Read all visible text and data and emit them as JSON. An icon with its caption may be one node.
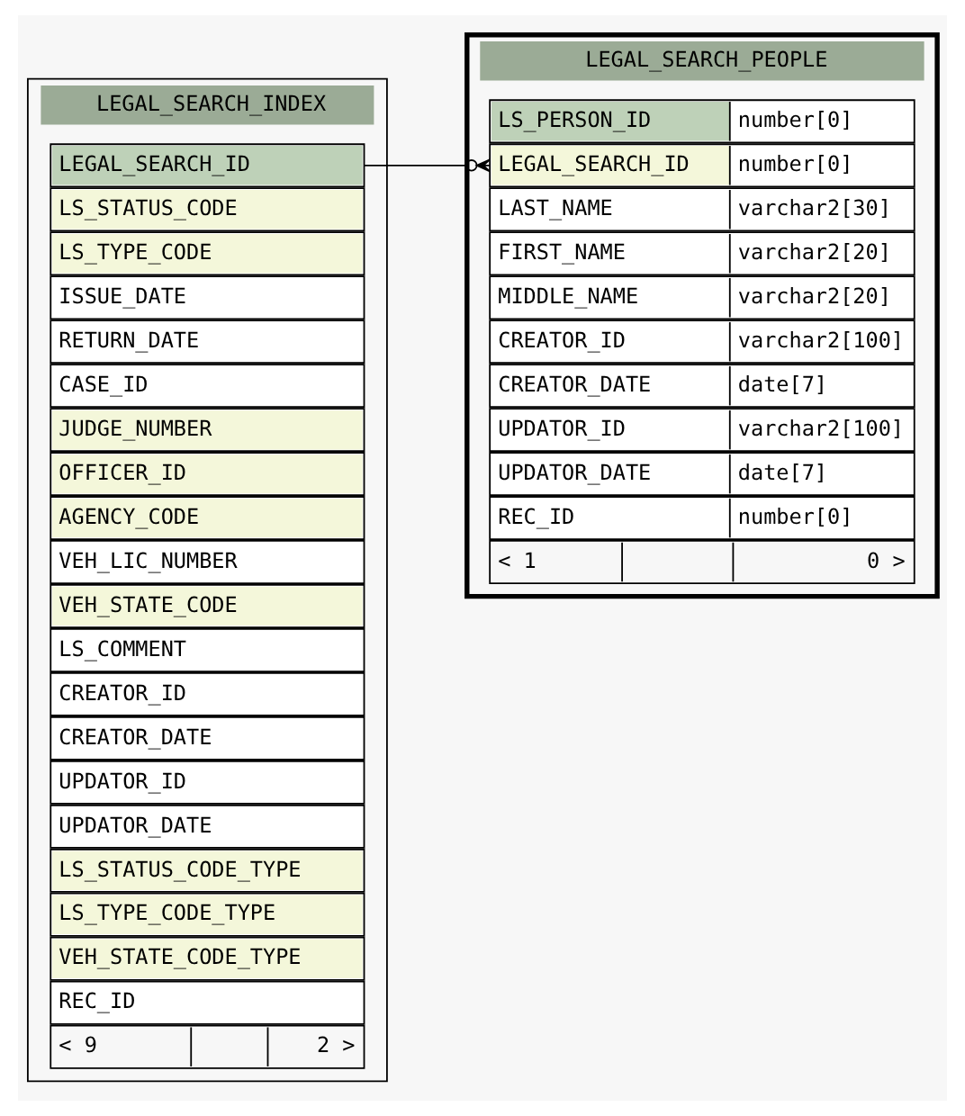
{
  "diagram": {
    "nodes": [
      {
        "text": [
          "LEGAL_SEARCH_INDEX"
        ]
      },
      {
        "text": [
          "LEGAL_SEARCH_ID"
        ],
        "in": 0
      },
      {
        "text": [
          "LS_STATUS_CODE"
        ],
        "in": 0
      },
      {
        "text": [
          "LS_TYPE_CODE"
        ],
        "in": 0
      },
      {
        "text": [
          "ISSUE_DATE"
        ],
        "in": 0
      },
      {
        "text": [
          "RETURN_DATE"
        ],
        "in": 0
      },
      {
        "text": [
          "CASE_ID"
        ],
        "in": 0
      },
      {
        "text": [
          "JUDGE_NUMBER"
        ],
        "in": 0
      },
      {
        "text": [
          "OFFICER_ID"
        ],
        "in": 0
      },
      {
        "text": [
          "AGENCY_CODE"
        ],
        "in": 0
      },
      {
        "text": [
          "VEH_LIC_NUMBER"
        ],
        "in": 0
      },
      {
        "text": [
          "VEH_STATE_CODE"
        ],
        "in": 0
      },
      {
        "text": [
          "LS_COMMENT"
        ],
        "in": 0
      },
      {
        "text": [
          "CREATOR_ID"
        ],
        "in": 0
      },
      {
        "text": [
          "CREATOR_DATE"
        ],
        "in": 0
      },
      {
        "text": [
          "UPDATOR_ID"
        ],
        "in": 0
      },
      {
        "text": [
          "UPDATOR_DATE"
        ],
        "in": 0
      },
      {
        "text": [
          "LS_STATUS_CODE_TYPE"
        ],
        "in": 0
      },
      {
        "text": [
          "LS_TYPE_CODE_TYPE"
        ],
        "in": 0
      },
      {
        "text": [
          "VEH_STATE_CODE_TYPE"
        ],
        "in": 0
      },
      {
        "text": [
          "REC_ID"
        ],
        "in": 0
      },
      {
        "text": [
          "< 9",
          "2 >"
        ],
        "in": 0
      },
      {
        "text": [
          "LEGAL_SEARCH_PEOPLE"
        ]
      },
      {
        "text": [
          "LS_PERSON_ID",
          "number[0]"
        ],
        "in": 22
      },
      {
        "text": [
          "LEGAL_SEARCH_ID",
          "number[0]"
        ],
        "in": 22
      },
      {
        "text": [
          "LAST_NAME",
          "varchar2[30]"
        ],
        "in": 22
      },
      {
        "text": [
          "FIRST_NAME",
          "varchar2[20]"
        ],
        "in": 22
      },
      {
        "text": [
          "MIDDLE_NAME",
          "varchar2[20]"
        ],
        "in": 22
      },
      {
        "text": [
          "CREATOR_ID",
          "varchar2[100]"
        ],
        "in": 22
      },
      {
        "text": [
          "CREATOR_DATE",
          "date[7]"
        ],
        "in": 22
      },
      {
        "text": [
          "UPDATOR_ID",
          "varchar2[100]"
        ],
        "in": 22
      },
      {
        "text": [
          "UPDATOR_DATE",
          "date[7]"
        ],
        "in": 22
      },
      {
        "text": [
          "REC_ID",
          "number[0]"
        ],
        "in": 22
      },
      {
        "text": [
          "< 1",
          "0 >"
        ],
        "in": 22
      }
    ],
    "edges": [
      {
        "from": 1,
        "to": 24,
        "arrow": "other"
      }
    ]
  }
}
